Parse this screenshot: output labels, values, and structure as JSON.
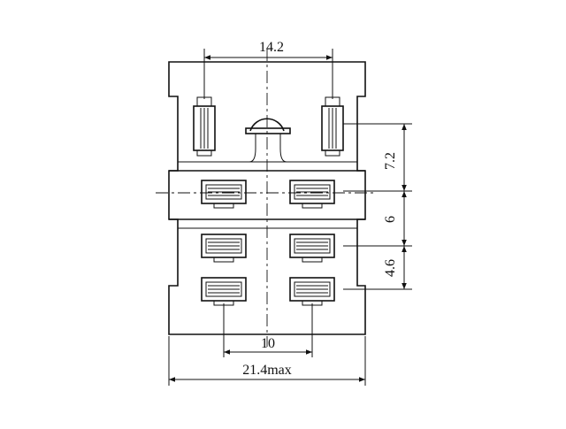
{
  "diagram": {
    "colors": {
      "line": "#111111",
      "background": "#ffffff"
    },
    "dimensions": {
      "top_pin_spacing": "14.2",
      "bottom_pin_spacing": "10",
      "overall_width": "21.4max",
      "right_top": "7.2",
      "right_middle": "6",
      "right_bottom": "4.6"
    }
  }
}
